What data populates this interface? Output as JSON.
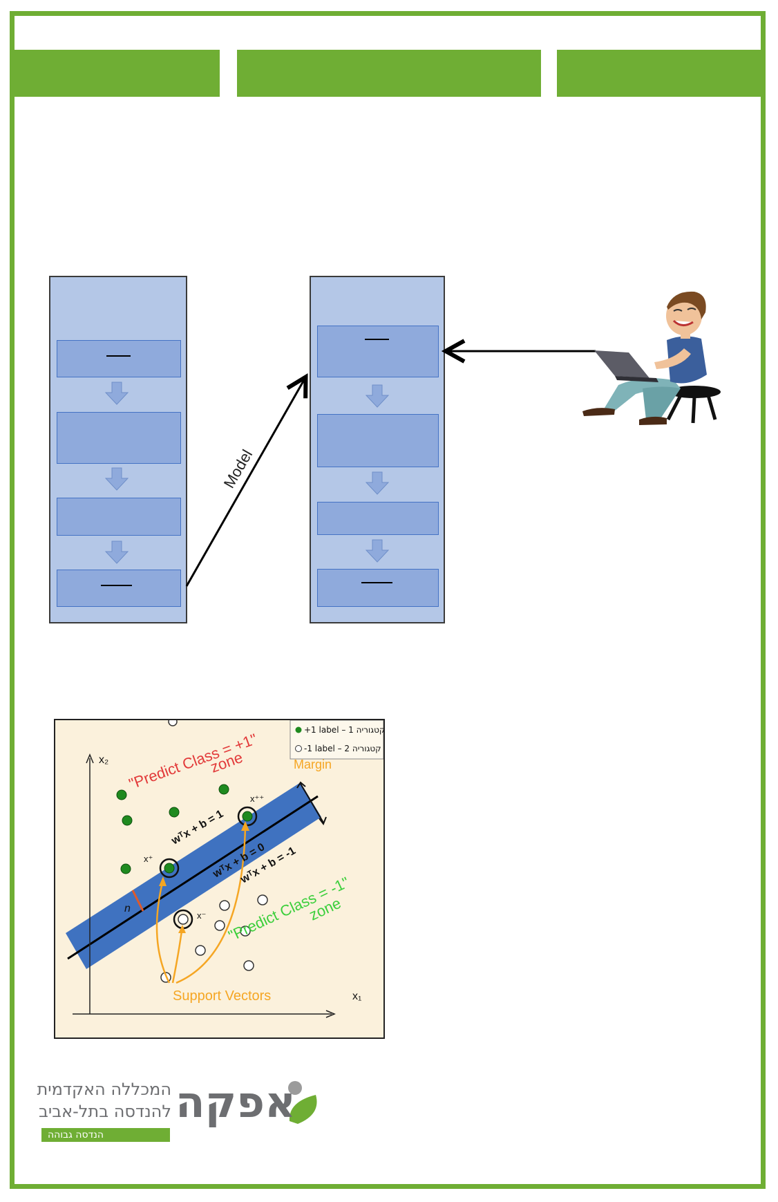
{
  "header": {
    "band_color": "#6fae34"
  },
  "diagram": {
    "model_arrow_label": "Model",
    "icons": [
      "person-with-laptop-icon"
    ]
  },
  "svm_figure": {
    "legend": {
      "positive": "+1 label – 1 קטגוריה",
      "negative": "-1 label – 2 קטגוריה"
    },
    "axis_x": "x₁",
    "axis_y": "x₂",
    "predict_plus": "\"Predict Class = +1\"",
    "predict_plus_zone": "zone",
    "predict_minus": "\"Predict Class = -1\"",
    "predict_minus_zone": "zone",
    "margin_label": "Margin",
    "support_vectors_label": "Support Vectors",
    "eq_plus": "wᵀx + b = 1",
    "eq_zero": "wᵀx + b = 0",
    "eq_minus": "wᵀx + b = -1",
    "x_plus": "x⁺",
    "x_plus_plus": "x⁺⁺",
    "x_minus": "x⁻",
    "n_label": "n",
    "colors": {
      "band": "#3f72c0",
      "positive": "#1f8a1f",
      "plus_text": "#e23a3a",
      "minus_text": "#3ccf3c",
      "support": "#f5a623"
    }
  },
  "logo": {
    "brand": "אפקה",
    "line1": "המכללה האקדמית",
    "line2": "להנדסה בתל-אביב",
    "tagline": "הנדסה גבוהה"
  }
}
